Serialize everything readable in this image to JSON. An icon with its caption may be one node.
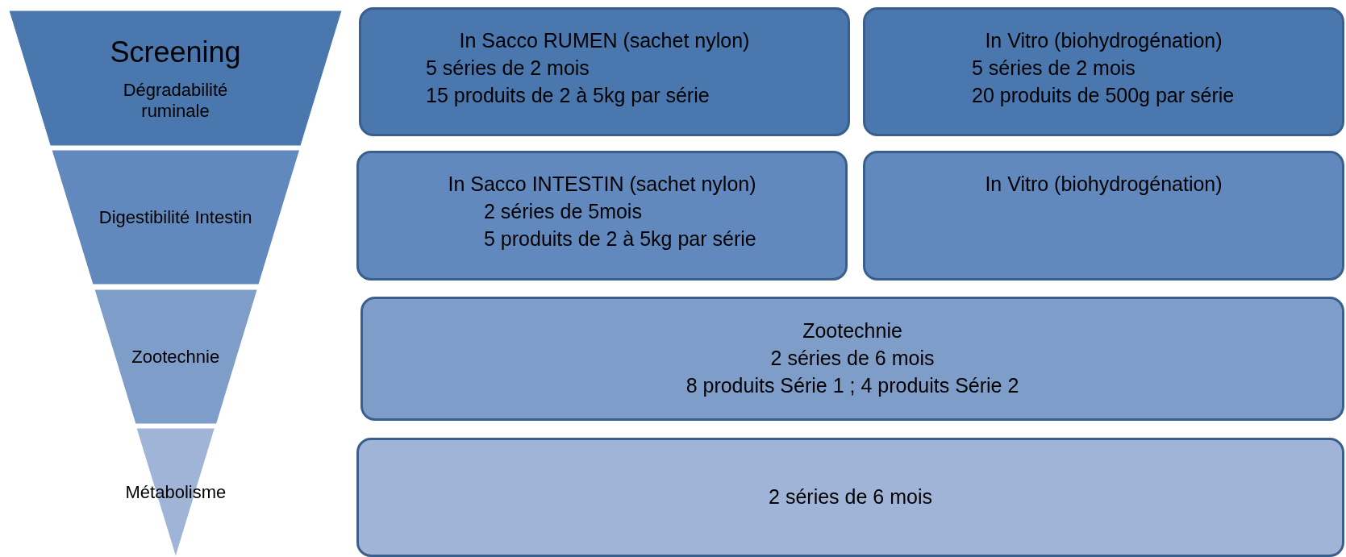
{
  "diagram": {
    "nodes": [
      {
        "text": [
          "Screening",
          "Dégradabilité ruminale"
        ]
      },
      {
        "text": [
          "Digestibilité Intestin"
        ]
      },
      {
        "text": [
          "Zootechnie"
        ]
      },
      {
        "text": [
          "Métabolisme"
        ]
      },
      {
        "text": [
          "In Sacco RUMEN (sachet nylon)",
          "5 séries de 2 mois",
          "15 produits de 2 à 5kg par série"
        ]
      },
      {
        "text": [
          "In Vitro (biohydrogénation)",
          "5 séries de 2 mois",
          "20 produits de 500g par série"
        ]
      },
      {
        "text": [
          "In Sacco INTESTIN (sachet nylon)",
          "2 séries de 5mois",
          "5 produits de 2 à 5kg par série"
        ]
      },
      {
        "text": [
          "In Vitro (biohydrogénation)"
        ]
      },
      {
        "text": [
          "Zootechnie",
          "2 séries de 6 mois",
          "8 produits Série 1 ; 4 produits Série 2"
        ]
      },
      {
        "text": [
          "2 séries de 6 mois"
        ]
      }
    ]
  }
}
